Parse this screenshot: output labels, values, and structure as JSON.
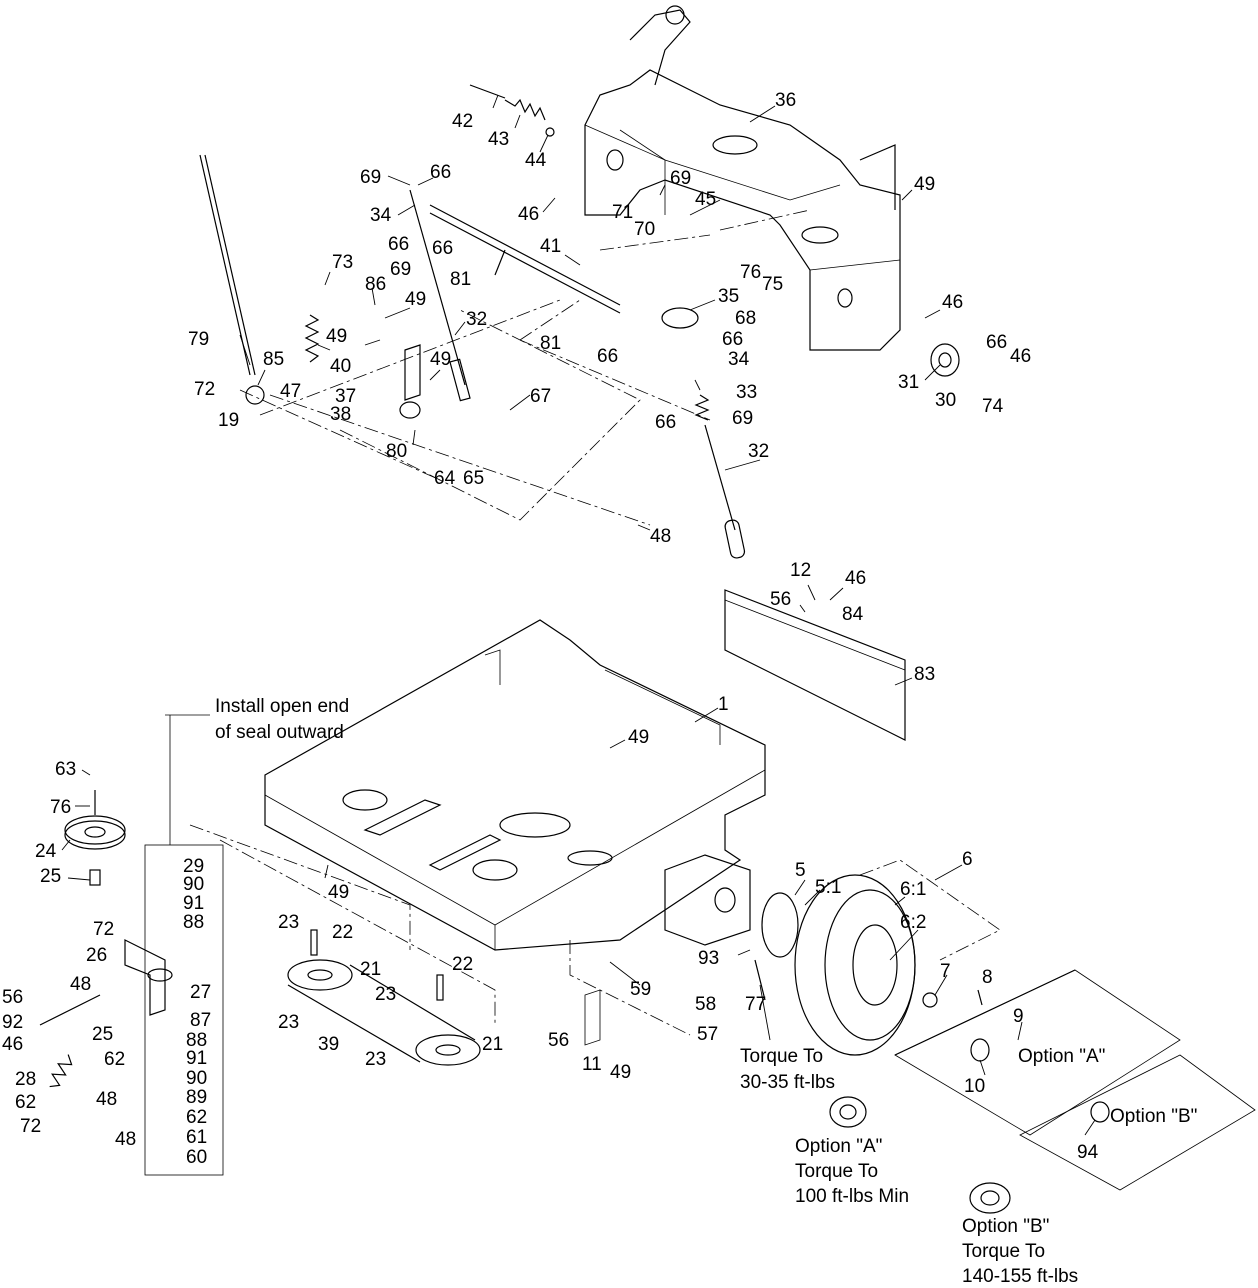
{
  "callouts": [
    {
      "id": "c36",
      "text": "36"
    },
    {
      "id": "c42",
      "text": "42"
    },
    {
      "id": "c43",
      "text": "43"
    },
    {
      "id": "c44",
      "text": "44"
    },
    {
      "id": "c49a",
      "text": "49"
    },
    {
      "id": "c69a",
      "text": "69"
    },
    {
      "id": "c66a",
      "text": "66"
    },
    {
      "id": "c69b",
      "text": "69"
    },
    {
      "id": "c34a",
      "text": "34"
    },
    {
      "id": "c46a",
      "text": "46"
    },
    {
      "id": "c71",
      "text": "71"
    },
    {
      "id": "c70",
      "text": "70"
    },
    {
      "id": "c45",
      "text": "45"
    },
    {
      "id": "c66b",
      "text": "66"
    },
    {
      "id": "c66c",
      "text": "66"
    },
    {
      "id": "c41",
      "text": "41"
    },
    {
      "id": "c69c",
      "text": "69"
    },
    {
      "id": "c81a",
      "text": "81"
    },
    {
      "id": "c76a",
      "text": "76"
    },
    {
      "id": "c75",
      "text": "75"
    },
    {
      "id": "c73",
      "text": "73"
    },
    {
      "id": "c86",
      "text": "86"
    },
    {
      "id": "c49b",
      "text": "49"
    },
    {
      "id": "c35",
      "text": "35"
    },
    {
      "id": "c46b",
      "text": "46"
    },
    {
      "id": "c32a",
      "text": "32"
    },
    {
      "id": "c68",
      "text": "68"
    },
    {
      "id": "c79",
      "text": "79"
    },
    {
      "id": "c49c",
      "text": "49"
    },
    {
      "id": "c81b",
      "text": "81"
    },
    {
      "id": "c66d",
      "text": "66"
    },
    {
      "id": "c66e",
      "text": "66"
    },
    {
      "id": "c66f",
      "text": "66"
    },
    {
      "id": "c46c",
      "text": "46"
    },
    {
      "id": "c40",
      "text": "40"
    },
    {
      "id": "c85",
      "text": "85"
    },
    {
      "id": "c49d",
      "text": "49"
    },
    {
      "id": "c34b",
      "text": "34"
    },
    {
      "id": "c31",
      "text": "31"
    },
    {
      "id": "c72a",
      "text": "72"
    },
    {
      "id": "c47",
      "text": "47"
    },
    {
      "id": "c37",
      "text": "37"
    },
    {
      "id": "c33",
      "text": "33"
    },
    {
      "id": "c30",
      "text": "30"
    },
    {
      "id": "c74",
      "text": "74"
    },
    {
      "id": "c19",
      "text": "19"
    },
    {
      "id": "c38",
      "text": "38"
    },
    {
      "id": "c67",
      "text": "67"
    },
    {
      "id": "c66g",
      "text": "66"
    },
    {
      "id": "c69d",
      "text": "69"
    },
    {
      "id": "c80",
      "text": "80"
    },
    {
      "id": "c32b",
      "text": "32"
    },
    {
      "id": "c64",
      "text": "64"
    },
    {
      "id": "c65",
      "text": "65"
    },
    {
      "id": "c48a",
      "text": "48"
    },
    {
      "id": "c12",
      "text": "12"
    },
    {
      "id": "c46d",
      "text": "46"
    },
    {
      "id": "c56a",
      "text": "56"
    },
    {
      "id": "c84",
      "text": "84"
    },
    {
      "id": "c83",
      "text": "83"
    },
    {
      "id": "c1",
      "text": "1"
    },
    {
      "id": "c49e",
      "text": "49"
    },
    {
      "id": "c63",
      "text": "63"
    },
    {
      "id": "c76b",
      "text": "76"
    },
    {
      "id": "c24",
      "text": "24"
    },
    {
      "id": "c29",
      "text": "29"
    },
    {
      "id": "c90a",
      "text": "90"
    },
    {
      "id": "c25a",
      "text": "25"
    },
    {
      "id": "c91a",
      "text": "91"
    },
    {
      "id": "c88a",
      "text": "88"
    },
    {
      "id": "c49f",
      "text": "49"
    },
    {
      "id": "c6",
      "text": "6"
    },
    {
      "id": "c5",
      "text": "5"
    },
    {
      "id": "c51",
      "text": "5:1"
    },
    {
      "id": "c61a",
      "text": "6:1"
    },
    {
      "id": "c62a",
      "text": "6:2"
    },
    {
      "id": "c23a",
      "text": "23"
    },
    {
      "id": "c72b",
      "text": "72"
    },
    {
      "id": "c22a",
      "text": "22"
    },
    {
      "id": "c26",
      "text": "26"
    },
    {
      "id": "c21a",
      "text": "21"
    },
    {
      "id": "c22b",
      "text": "22"
    },
    {
      "id": "c93",
      "text": "93"
    },
    {
      "id": "c7",
      "text": "7"
    },
    {
      "id": "c8",
      "text": "8"
    },
    {
      "id": "c48b",
      "text": "48"
    },
    {
      "id": "c27",
      "text": "27"
    },
    {
      "id": "c59",
      "text": "59"
    },
    {
      "id": "c56b",
      "text": "56"
    },
    {
      "id": "c87",
      "text": "87"
    },
    {
      "id": "c23b",
      "text": "23"
    },
    {
      "id": "c23c",
      "text": "23"
    },
    {
      "id": "c58",
      "text": "58"
    },
    {
      "id": "c77",
      "text": "77"
    },
    {
      "id": "c92",
      "text": "92"
    },
    {
      "id": "c25b",
      "text": "25"
    },
    {
      "id": "c88b",
      "text": "88"
    },
    {
      "id": "c9",
      "text": "9"
    },
    {
      "id": "c46e",
      "text": "46"
    },
    {
      "id": "c57",
      "text": "57"
    },
    {
      "id": "c56c",
      "text": "56"
    },
    {
      "id": "c62b",
      "text": "62"
    },
    {
      "id": "c91b",
      "text": "91"
    },
    {
      "id": "c39",
      "text": "39"
    },
    {
      "id": "c21b",
      "text": "21"
    },
    {
      "id": "c28",
      "text": "28"
    },
    {
      "id": "c90b",
      "text": "90"
    },
    {
      "id": "c11",
      "text": "11"
    },
    {
      "id": "c49g",
      "text": "49"
    },
    {
      "id": "c23d",
      "text": "23"
    },
    {
      "id": "c89",
      "text": "89"
    },
    {
      "id": "c62c",
      "text": "62"
    },
    {
      "id": "c48c",
      "text": "48"
    },
    {
      "id": "c10",
      "text": "10"
    },
    {
      "id": "c62d",
      "text": "62"
    },
    {
      "id": "c72c",
      "text": "72"
    },
    {
      "id": "c48d",
      "text": "48"
    },
    {
      "id": "c61",
      "text": "61"
    },
    {
      "id": "c60",
      "text": "60"
    },
    {
      "id": "c94",
      "text": "94"
    }
  ],
  "notes": {
    "seal_line1": "Install open end",
    "seal_line2": "of seal outward",
    "torque77_line1": "Torque To",
    "torque77_line2": "30-35 ft-lbs",
    "option_a_label": "Option \"A\"",
    "option_b_label": "Option \"B\"",
    "option_a_torque_line1": "Option \"A\"",
    "option_a_torque_line2": "Torque To",
    "option_a_torque_line3": "100 ft-lbs Min",
    "option_b_torque_line1": "Option \"B\"",
    "option_b_torque_line2": "Torque To",
    "option_b_torque_line3": "140-155 ft-lbs"
  }
}
